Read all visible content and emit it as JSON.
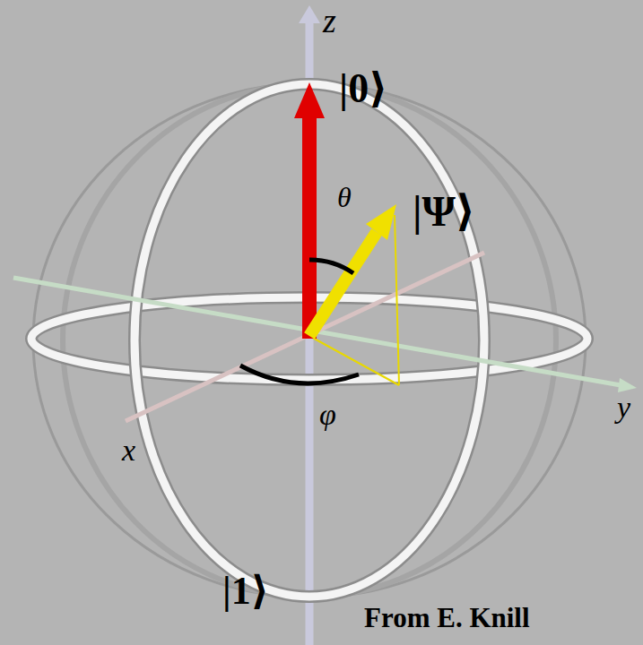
{
  "diagram": {
    "labels": [
      "z",
      "|0⟩",
      "θ",
      "|Ψ⟩",
      "φ",
      "x",
      "y",
      "|1⟩",
      "From E. Knill"
    ]
  }
}
